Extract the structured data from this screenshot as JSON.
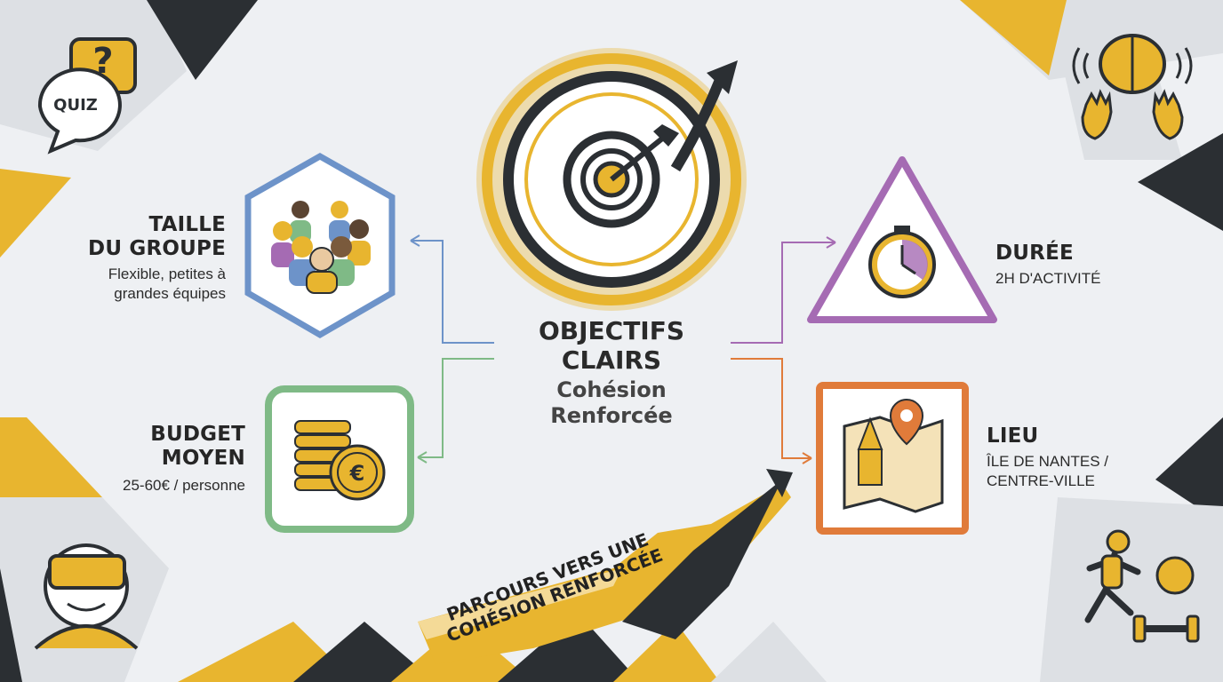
{
  "center": {
    "title_line1": "OBJECTIFS",
    "title_line2": "CLAIRS",
    "sub_line1": "Cohésion",
    "sub_line2": "Renforcée"
  },
  "group": {
    "title_line1": "TAILLE",
    "title_line2": "DU GROUPE",
    "desc_line1": "Flexible, petites à",
    "desc_line2": "grandes équipes"
  },
  "budget": {
    "title_line1": "BUDGET",
    "title_line2": "MOYEN",
    "desc": "25-60€ / personne"
  },
  "duration": {
    "title": "DURÉE",
    "desc": "2H D'ACTIVITÉ"
  },
  "location": {
    "title": "LIEU",
    "desc_line1": "ÎLE DE NANTES /",
    "desc_line2": "CENTRE-VILLE"
  },
  "banner": {
    "line1": "PARCOURS VERS UNE",
    "line2": "COHÉSION RENFORCÉE"
  },
  "quiz": {
    "label": "QUIZ",
    "mark": "?"
  },
  "icons": [
    "quiz-bubble-icon",
    "brain-hands-icon",
    "vr-headset-icon",
    "athlete-icon",
    "target-icon",
    "group-people-icon",
    "coins-euro-icon",
    "stopwatch-icon",
    "map-pin-icon"
  ],
  "colors": {
    "gold": "#e8b52f",
    "dark": "#2b2f33",
    "blue": "#6d93c9",
    "green": "#7fba86",
    "purple": "#a56bb3",
    "orange": "#e07b3a"
  }
}
